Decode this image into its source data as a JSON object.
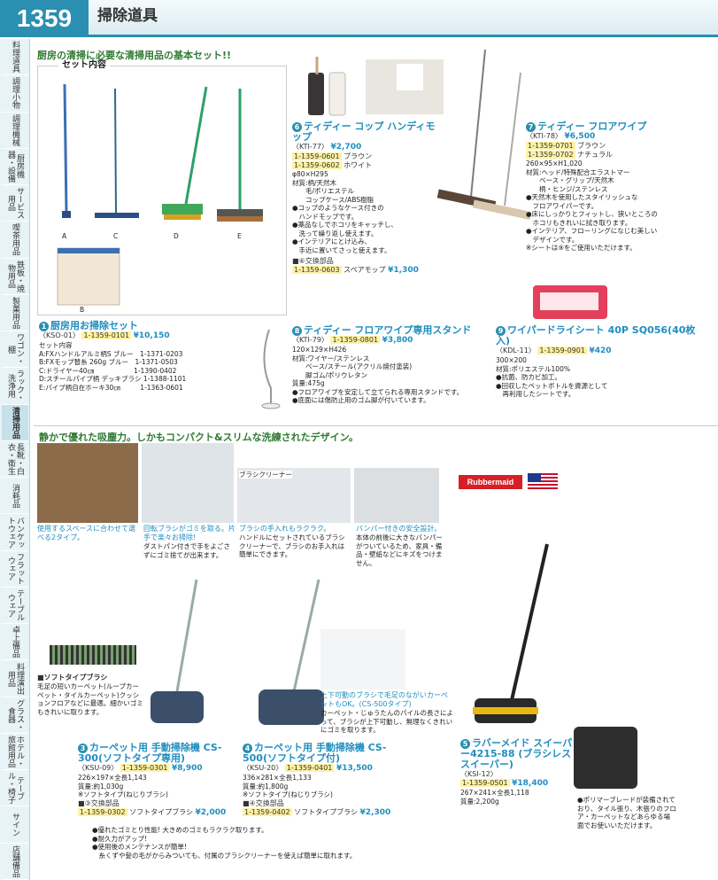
{
  "header": {
    "page_number": "1359",
    "title": "掃除道具"
  },
  "sidebar": [
    {
      "label": "料理道具"
    },
    {
      "label": "調理小物"
    },
    {
      "label": "調理機械"
    },
    {
      "label": "厨房機器・設備"
    },
    {
      "label": "サービス用品"
    },
    {
      "label": "喫茶用品"
    },
    {
      "label": "鉄板・焼物用品"
    },
    {
      "label": "製菓用品"
    },
    {
      "label": "ワゴン・棚"
    },
    {
      "label": "ラック・洗浄用"
    },
    {
      "label": "清掃用品"
    },
    {
      "label": "長靴・白衣・衛生"
    },
    {
      "label": "消耗品"
    },
    {
      "label": "バンケットウェア"
    },
    {
      "label": "フラットウェア"
    },
    {
      "label": "テーブルウェア"
    },
    {
      "label": "卓上備品"
    },
    {
      "label": "料理演出用品"
    },
    {
      "label": "グラス・食器"
    },
    {
      "label": "ホテル・旅館用品"
    },
    {
      "label": "テーブル・椅子"
    },
    {
      "label": "サイン"
    },
    {
      "label": "店舗備品"
    }
  ],
  "section1": {
    "heading": "厨房の清掃に必要な清掃用品の基本セット!!",
    "set_label": "セット内容",
    "labels": [
      "A",
      "C",
      "D",
      "E",
      "B"
    ]
  },
  "p1": {
    "num": "1",
    "name": "厨房用お掃除セット",
    "model": "〈KSO-01〉",
    "code": "1-1359-0101",
    "price": "¥10,150",
    "lines": [
      "セット内容",
      "A:FXハンドルアルミ柄S ブルー　1-1371-0203",
      "B:FXモップ替糸 260g ブルー　1-1371-0503",
      "C:ドライヤー40㎝　　　　　　1-1390-0402",
      "D:スチールパイプ柄 デッキブラシ 1-1388-1101",
      "E:パイプ柄自在ホーキ30㎝　　　1-1363-0601"
    ]
  },
  "p6": {
    "num": "6",
    "name": "ティディー コップ ハンディモップ",
    "model": "〈KTI-77〉",
    "price": "¥2,700",
    "variants": [
      {
        "code": "1-1359-0601",
        "color": "ブラウン"
      },
      {
        "code": "1-1359-0602",
        "color": "ホワイト"
      }
    ],
    "lines": [
      "φ80×H295",
      "材質:柄/天然木",
      "　　毛/ポリエステル",
      "　　コップケース/ABS樹脂",
      "●コップのようなケース付きの",
      "　ハンドモップです。",
      "●薬品なしでホコリをキャッチし、",
      "　洗って繰り返し使えます。",
      "●インテリアにとけ込み、",
      "　手近に置いてさっと使えます。"
    ],
    "part_label": "■⑥交換部品",
    "part_code": "1-1359-0603",
    "part_name": "スペアモップ",
    "part_price": "¥1,300"
  },
  "p7": {
    "num": "7",
    "name": "ティディー フロアワイプ",
    "model": "〈KTI-78〉",
    "price": "¥6,500",
    "variants": [
      {
        "code": "1-1359-0701",
        "color": "ブラウン"
      },
      {
        "code": "1-1359-0702",
        "color": "ナチュラル"
      }
    ],
    "lines": [
      "260×95×H1,020",
      "材質:ヘッド/特殊配合エラストマー",
      "　　ベース・グリップ/天然木",
      "　　柄・ヒンジ/ステンレス",
      "●天然木を使用したスタイリッシュな",
      "　フロアワイパーです。",
      "●床にしっかりとフィットし、狭いところの",
      "　ホコリもきれいに拭き取ります。",
      "●インテリア、フローリングになじむ美しい",
      "　デザインです。",
      "※シートは⑨をご使用いただけます。"
    ]
  },
  "p8": {
    "num": "8",
    "name": "ティディー フロアワイプ専用スタンド",
    "model": "〈KTI-79〉",
    "code": "1-1359-0801",
    "price": "¥3,800",
    "lines": [
      "120×129×H426",
      "材質:ワイヤー/ステンレス",
      "　　ベース/スチール(アクリル焼付塗装)",
      "　　脚ゴム/ポリウレタン",
      "質量:475g",
      "●フロアワイプを安定して立てられる専用スタンドです。",
      "●底面には傷防止用のゴム脚が付いています。"
    ]
  },
  "p9": {
    "num": "9",
    "name": "ワイパードライシート 40P SQ056(40枚入)",
    "model": "〈KDL-11〉",
    "code": "1-1359-0901",
    "price": "¥420",
    "lines": [
      "300×200",
      "材質:ポリエステル100%",
      "●抗菌、防カビ加工。",
      "●回収したペットボトルを資源として",
      "　再利用したシートです。"
    ]
  },
  "section2": {
    "heading": "静かで優れた吸塵力。しかもコンパクト&スリムな洗練されたデザイン。",
    "captions": [
      "使用するスペースに合わせて選べる2タイプ。",
      "回転ブラシがゴミを取る。片手で楽々お掃除!",
      "ブラシの手入れもラクラク。",
      "バンパー付きの安全設計。"
    ],
    "caption_texts": [
      "",
      "ダストパン付きで手をよごさずにゴミ捨てが出来ます。",
      "ハンドルにセットされているブラシクリーナーで、ブラシのお手入れは簡単にできます。",
      "本体の前後に大きなバンパーがついているため、家具・備品・壁紙などにキズをつけません。"
    ],
    "brush_cleaner": "ブラシクリーナー",
    "brand": "Rubbermaid"
  },
  "soft": {
    "title": "■ソフトタイプブラシ",
    "text": "毛足の短いカーペット(ループカーペット・タイルカーペット)クッションフロアなどに最適。細かいゴミもきれいに取ります。"
  },
  "up": {
    "title": "上下可動のブラシで毛足のながいカーペットもOK。(CS-500タイプ)",
    "text": "カーペット・じゅうたんのパイルの長さによって、ブラシが上下可動し、無理なくきれいにゴミを取ります。"
  },
  "p3": {
    "num": "3",
    "name": "カーペット用 手動掃除機 CS-300(ソフトタイプ専用)",
    "model": "〈KSU-09〉",
    "code": "1-1359-0301",
    "price": "¥8,900",
    "lines": [
      "226×197×全長1,143",
      "質量:約1,030g",
      "※ソフトタイプ(ねじりブラシ)"
    ],
    "part_label": "■③交換部品",
    "part_code": "1-1359-0302",
    "part_name": "ソフトタイプブラシ",
    "part_price": "¥2,000"
  },
  "p4": {
    "num": "4",
    "name": "カーペット用 手動掃除機 CS-500(ソフトタイプ付)",
    "model": "〈KSU-20〉",
    "code": "1-1359-0401",
    "price": "¥13,500",
    "lines": [
      "336×281×全長1,133",
      "質量:約1,800g",
      "※ソフトタイプ(ねじりブラシ)"
    ],
    "part_label": "■④交換部品",
    "part_code": "1-1359-0402",
    "part_name": "ソフトタイプブラシ",
    "part_price": "¥2,300"
  },
  "p5": {
    "num": "5",
    "name": "ラバーメイド スイーパー4215-88 (ブラシレス スイーパー)",
    "model": "〈KSI-12〉",
    "code": "1-1359-0501",
    "price": "¥18,400",
    "lines": [
      "267×241×全長1,118",
      "質量:2,200g"
    ],
    "note": "●ポリマーブレードが装備されており、タイル張り、木張りのフロア・カーペットなどあらゆる場面でお使いいただけます。"
  },
  "common_notes": [
    "●優れたゴミとり性能! 大きめのゴミもラクラク取ります。",
    "●耐久力がアップ!",
    "●使用後のメンテナンスが簡単!",
    "　糸くずや髪の毛がからみついても、付属のブラシクリーナーを使えば簡単に取れます。"
  ]
}
